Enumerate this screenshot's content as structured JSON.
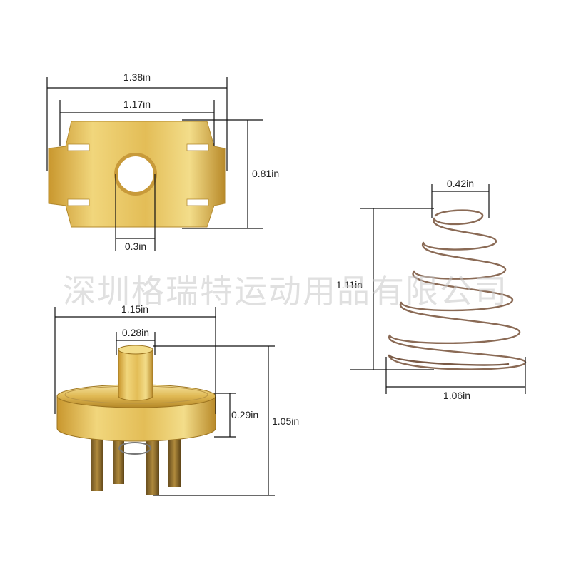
{
  "watermark": "深圳格瑞特运动用品有限公司",
  "colors": {
    "brass_light": "#f3dd8a",
    "brass_mid": "#d9b24a",
    "brass_dark": "#a87a1e",
    "spring_wire": "#8a6a55",
    "dim_line": "#111111"
  },
  "parts": {
    "plate": {
      "overall_width": "1.38in",
      "slot_width": "1.17in",
      "height": "0.81in",
      "hole_diameter": "0.3in"
    },
    "spring": {
      "top_diameter": "0.42in",
      "height": "1.11in",
      "base_diameter": "1.06in"
    },
    "cap": {
      "diameter": "1.15in",
      "post_diameter": "0.28in",
      "rim_thickness": "0.29in",
      "total_height": "1.05in"
    }
  }
}
